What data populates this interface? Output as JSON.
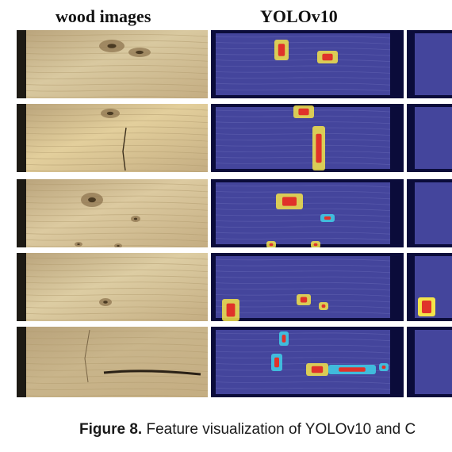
{
  "figure": {
    "column_titles": [
      "wood images",
      "YOLOv10"
    ],
    "caption_label": "Figure 8.",
    "caption_text": "Feature visualization of YOLOv10 and C"
  },
  "rows": [
    {
      "wood_tone": "#d9c9a0",
      "third_col_hot": false
    },
    {
      "wood_tone": "#e3cf9c",
      "third_col_hot": false
    },
    {
      "wood_tone": "#dccaa0",
      "third_col_hot": false
    },
    {
      "wood_tone": "#ddcda3",
      "third_col_hot": true
    },
    {
      "wood_tone": "#c9b58b",
      "third_col_hot": false
    }
  ],
  "colors": {
    "heatmap_base": "#44459c",
    "heatmap_border": "#0b0c3a",
    "hot_red": "#e0322a",
    "hot_yellow": "#f4e44a",
    "hot_cyan": "#3fd0e8"
  }
}
